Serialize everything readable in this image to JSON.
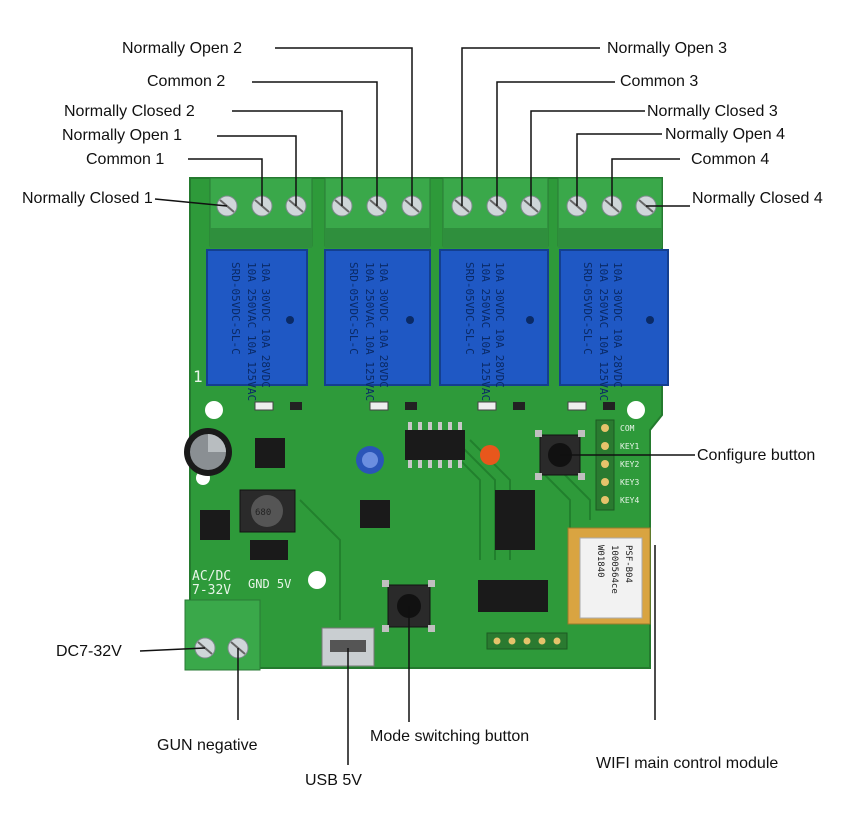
{
  "labels": {
    "no1": "Normally Open 1",
    "com1": "Common 1",
    "nc1": "Normally Closed 1",
    "nc2": "Normally Closed 2",
    "com2": "Common 2",
    "no2": "Normally Open 2",
    "no3": "Normally Open 3",
    "com3": "Common 3",
    "nc3": "Normally Closed 3",
    "no4": "Normally Open 4",
    "com4": "Common 4",
    "nc4": "Normally Closed 4",
    "configure": "Configure button",
    "dc": "DC7-32V",
    "gun": "GUN negative",
    "usb": "USB 5V",
    "mode": "Mode switching button",
    "wifi": "WIFI main control module"
  },
  "board": {
    "relay_line1": "SRD-05VDC-SL-C",
    "relay_line2": "10A 250VAC 10A 125VAC",
    "relay_line3": "10A 30VDC 10A 28VDC",
    "power_silk": "AC/DC",
    "power_silk2": "7-32V",
    "gnd_silk": "GND 5V",
    "inductor_text": "680",
    "board_num": "1",
    "module_text1": "PSF-B04",
    "module_text2": "1000564ce",
    "module_text3": "W01840",
    "key_labels": [
      "COM",
      "KEY1",
      "KEY2",
      "KEY3",
      "KEY4"
    ]
  },
  "colors": {
    "pcb": "#2e9a3a",
    "terminal": "#3aa84a",
    "relay": "#1f58c4",
    "leader": "#111111"
  }
}
